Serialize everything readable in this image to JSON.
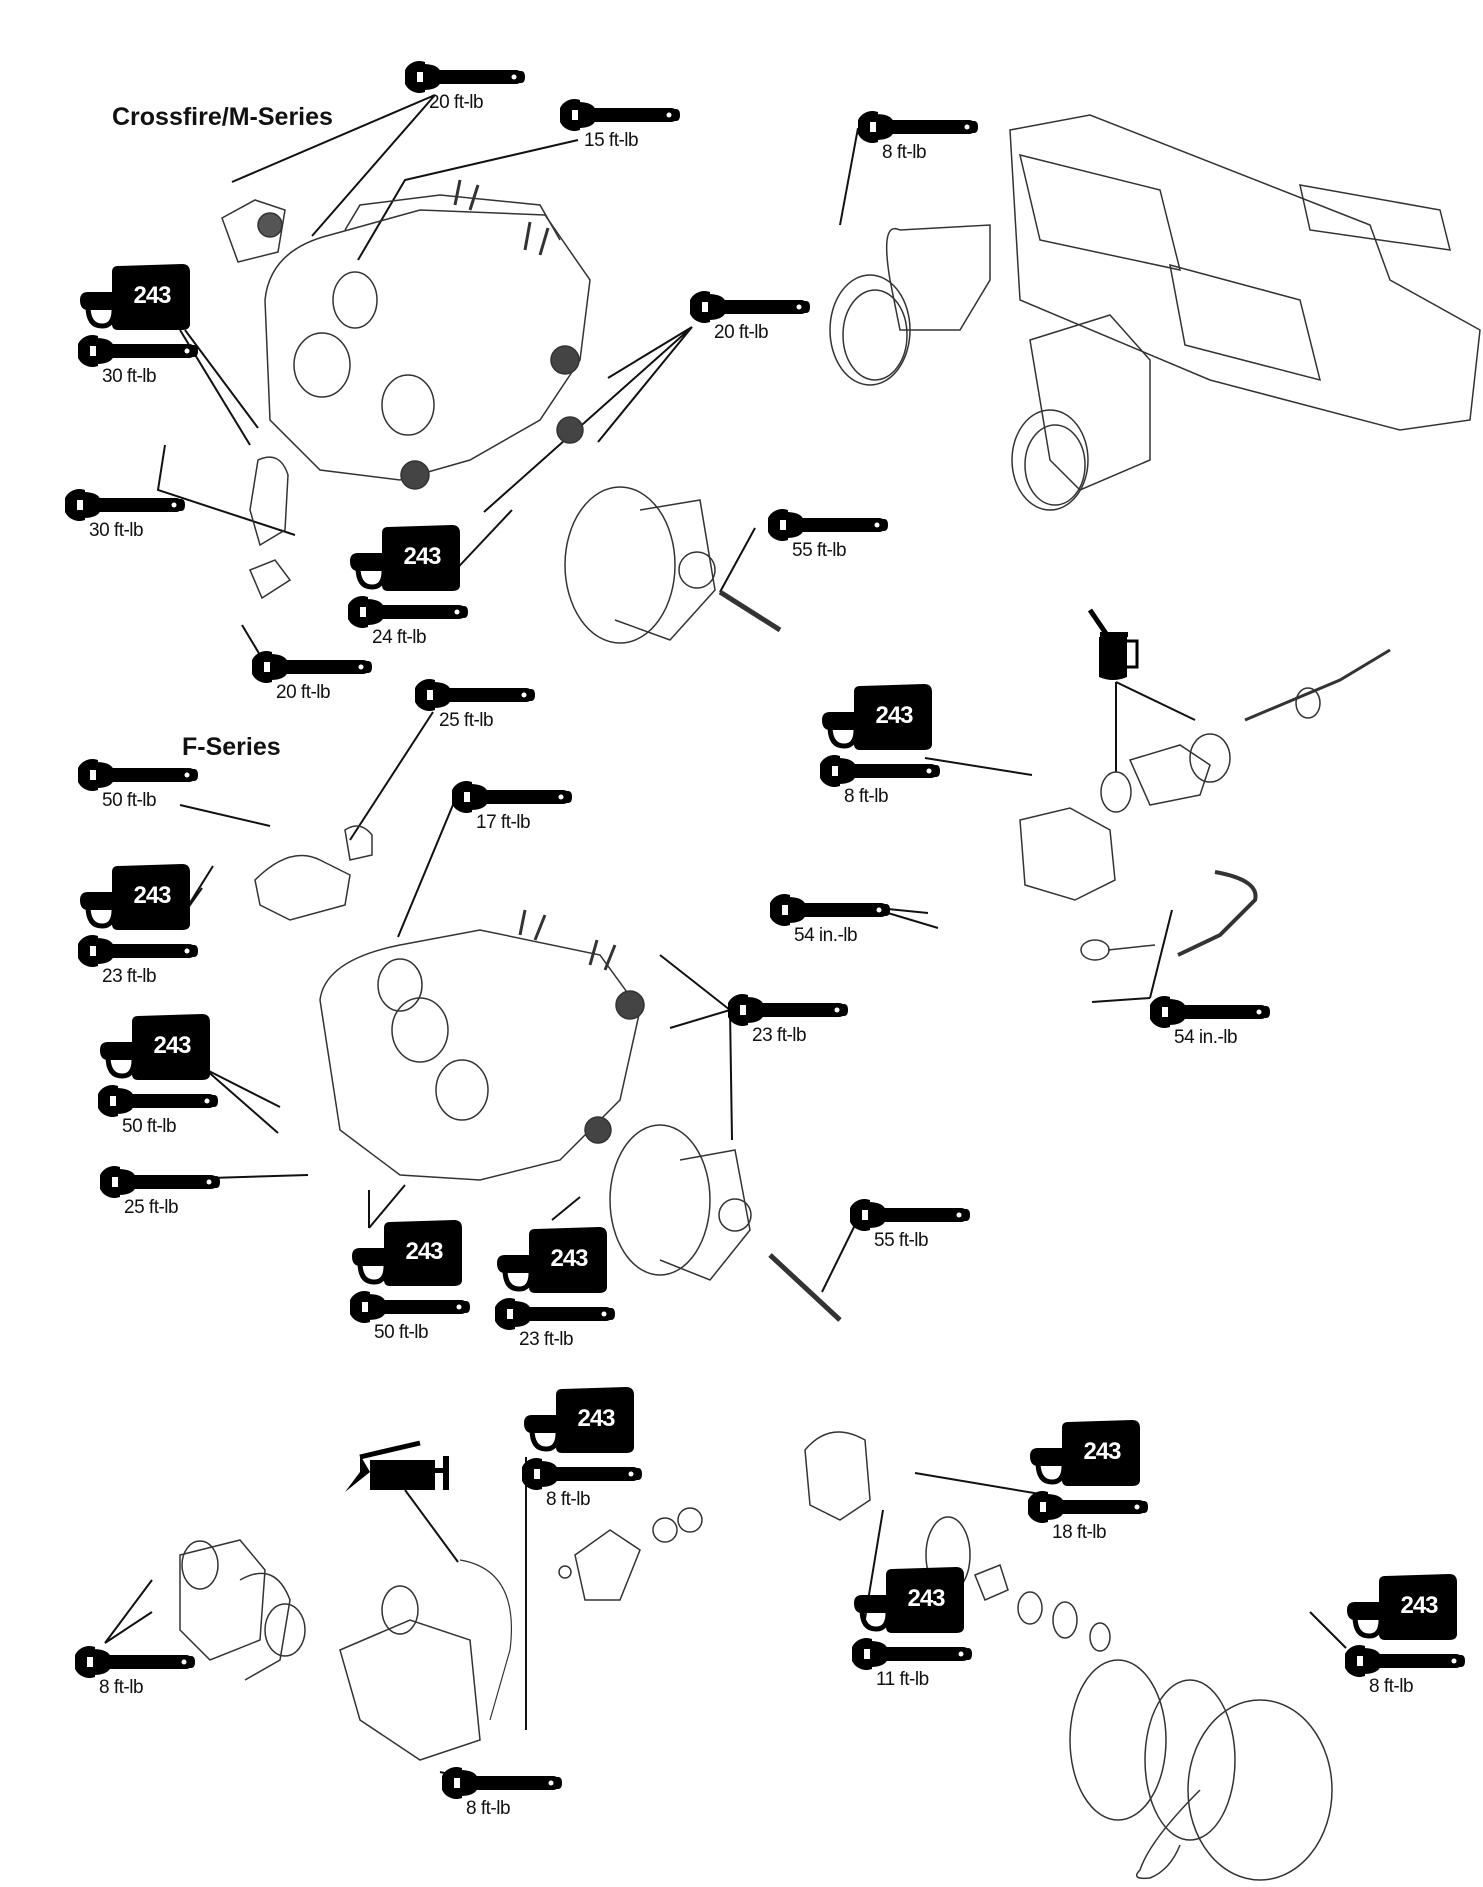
{
  "titles": {
    "crossfire": "Crossfire/M-Series",
    "fseries": "F-Series"
  },
  "loctite_number": "243",
  "callouts": {
    "cf_water_cover": {
      "torque": "20 ft-lb",
      "loctite": false
    },
    "cf_head": {
      "torque": "15 ft-lb",
      "loctite": false
    },
    "cf_left_bolts": {
      "torque": "30 ft-lb",
      "loctite": true
    },
    "cf_mount_pulley": {
      "torque": "20 ft-lb",
      "loctite": false
    },
    "cf_front_mount": {
      "torque": "30 ft-lb",
      "loctite": false
    },
    "cf_center_bolt": {
      "torque": "24 ft-lb",
      "loctite": true
    },
    "cf_lower_mount": {
      "torque": "20 ft-lb",
      "loctite": false
    },
    "cf_clutch": {
      "torque": "55 ft-lb",
      "loctite": false
    },
    "intake": {
      "torque": "8 ft-lb",
      "loctite": false
    },
    "oil_pump": {
      "torque": "8 ft-lb",
      "loctite": true
    },
    "oil_pump_lines": {
      "torque": "54 in.-lb",
      "loctite": false
    },
    "oil_pump_banjo": {
      "torque": "54 in.-lb",
      "loctite": false
    },
    "fs_top_bracket": {
      "torque": "25 ft-lb",
      "loctite": false
    },
    "fs_bracket_bolt": {
      "torque": "50 ft-lb",
      "loctite": false
    },
    "fs_head": {
      "torque": "17 ft-lb",
      "loctite": false
    },
    "fs_bracket_left": {
      "torque": "23 ft-lb",
      "loctite": true
    },
    "fs_right_mount": {
      "torque": "23 ft-lb",
      "loctite": false
    },
    "fs_left_bolts": {
      "torque": "50 ft-lb",
      "loctite": true
    },
    "fs_drain": {
      "torque": "25 ft-lb",
      "loctite": false
    },
    "fs_lower_bolts": {
      "torque": "50 ft-lb",
      "loctite": true
    },
    "fs_lower_right": {
      "torque": "23 ft-lb",
      "loctite": true
    },
    "fs_clutch": {
      "torque": "55 ft-lb",
      "loctite": false
    },
    "wp_impeller": {
      "torque": "8 ft-lb",
      "loctite": true
    },
    "wp_housing_left": {
      "torque": "8 ft-lb",
      "loctite": false
    },
    "wp_housing_bottom": {
      "torque": "8 ft-lb",
      "loctite": false
    },
    "rs_pulley": {
      "torque": "18 ft-lb",
      "loctite": true
    },
    "rs_center": {
      "torque": "11 ft-lb",
      "loctite": true
    },
    "rs_cover": {
      "torque": "8 ft-lb",
      "loctite": true
    }
  },
  "icons": {
    "torque": "wrench-icon",
    "threadlocker": "loctite-243-tag-icon",
    "oil": "oil-can-icon",
    "grease": "grease-gun-icon"
  }
}
